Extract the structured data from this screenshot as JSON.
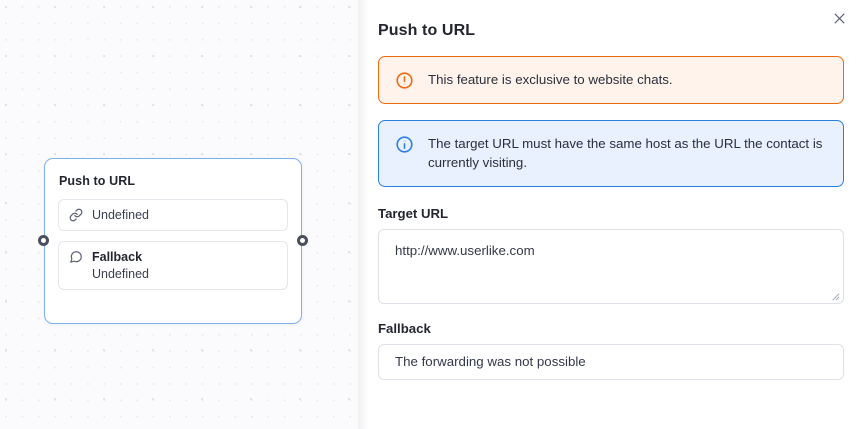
{
  "canvas": {
    "node": {
      "title": "Push to URL",
      "rows": [
        {
          "icon": "link-icon",
          "label": "Undefined",
          "sub": null,
          "bold": false
        },
        {
          "icon": "chat-bubble-icon",
          "label": "Fallback",
          "sub": "Undefined",
          "bold": true
        }
      ],
      "handles": {
        "left": "input-handle",
        "right": "output-handle"
      },
      "border_color": "#7cb2f0"
    },
    "background": "#fbfafc"
  },
  "panel": {
    "title": "Push to URL",
    "close_label": "×",
    "alerts": [
      {
        "type": "warning",
        "icon": "exclamation-circle-icon",
        "text": "This feature is exclusive to website chats.",
        "border_color": "#f2690d",
        "background": "#fff3ec"
      },
      {
        "type": "info",
        "icon": "info-circle-icon",
        "text": "The target URL must have the same host as the URL the contact is currently visiting.",
        "border_color": "#2b7fe0",
        "background": "#e8f1fd"
      }
    ],
    "fields": {
      "target_url": {
        "label": "Target URL",
        "value": "http://www.userlike.com",
        "placeholder": "http://www.userlike.com"
      },
      "fallback": {
        "label": "Fallback",
        "value": "The forwarding was not possible",
        "placeholder": "The forwarding was not possible"
      }
    }
  }
}
